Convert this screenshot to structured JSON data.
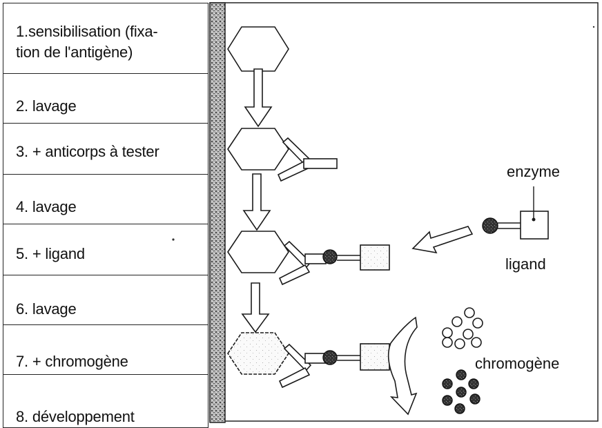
{
  "steps": [
    {
      "line1": "1.sensibilisation (fixa-",
      "line2": "tion de l'antigène)"
    },
    {
      "line1": "2. lavage"
    },
    {
      "line1": "3. + anticorps à tester"
    },
    {
      "line1": "4. lavage"
    },
    {
      "line1": "5. + ligand"
    },
    {
      "line1": "6. lavage"
    },
    {
      "line1": "7. + chromogène"
    },
    {
      "line1": "8. développement"
    }
  ],
  "labels": {
    "enzyme": "enzyme",
    "ligand": "ligand",
    "chromogene": "chromogène"
  },
  "colors": {
    "stroke": "#1a1a1a",
    "wall_fill": "#9a9a9a",
    "dark_dot": "#2b2b2b"
  }
}
